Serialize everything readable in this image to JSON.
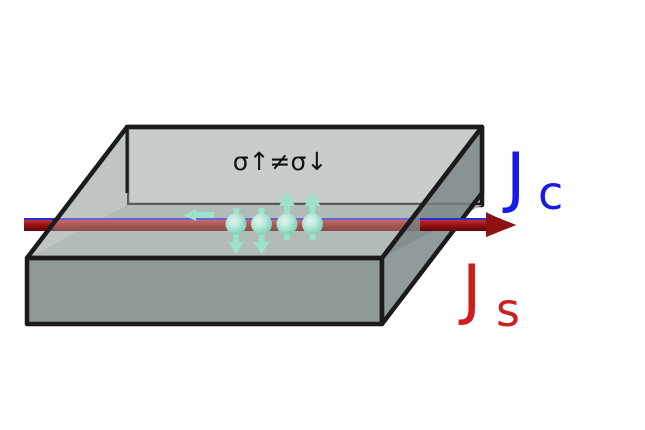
{
  "diagram": {
    "slab_label": "σ↑≠σ↓",
    "charge_current": {
      "symbol": "J",
      "subscript": "c",
      "color": "#1a1ae6"
    },
    "spin_current": {
      "symbol": "J",
      "subscript": "s",
      "color": "#cc1f1f"
    },
    "spins": [
      {
        "direction": "down"
      },
      {
        "direction": "down"
      },
      {
        "direction": "up"
      },
      {
        "direction": "up"
      }
    ],
    "colors": {
      "slab_outline": "#1b1b1b",
      "slab_top": "#d2d6d5",
      "slab_back": "#c2c8c7",
      "slab_front": "#8f9998",
      "slab_side": "#7f8a89",
      "spin_particle": "#8ff0d2",
      "spin_arrow": "#7fe8c8",
      "current_rod": "#9a1212"
    }
  }
}
